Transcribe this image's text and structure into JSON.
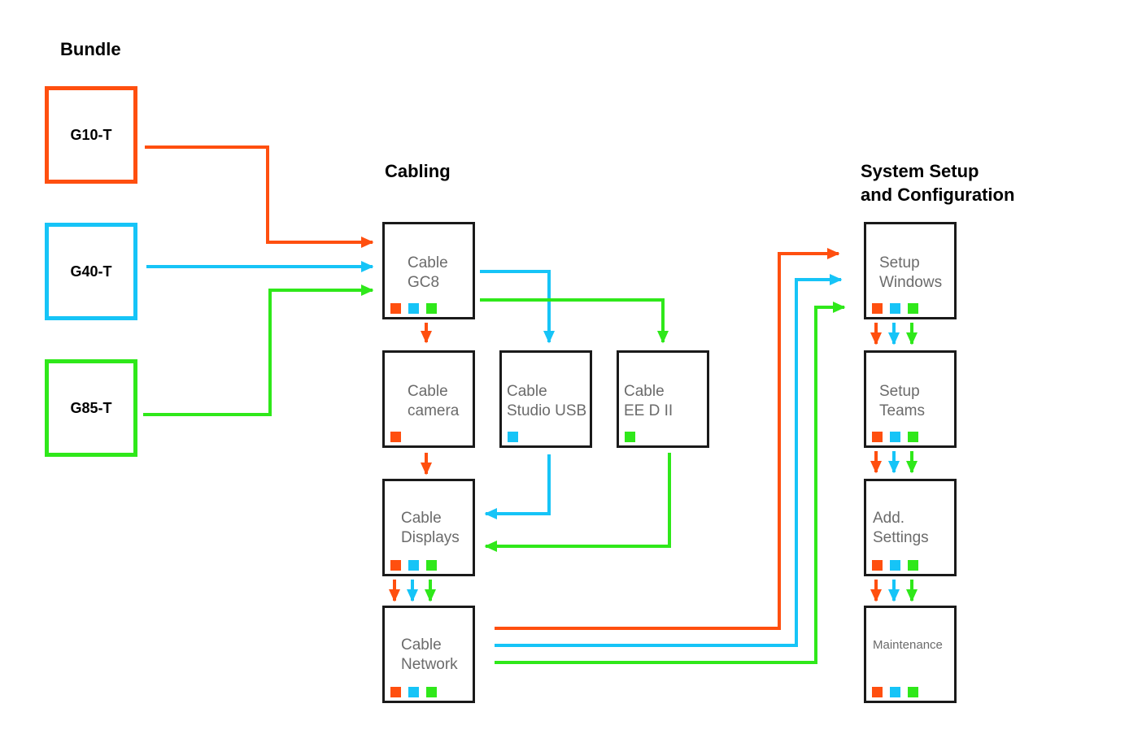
{
  "headings": {
    "bundle": "Bundle",
    "cabling": "Cabling",
    "system_setup": "System Setup\nand Configuration"
  },
  "colors": {
    "orange": "#ff4f0f",
    "blue": "#16c4f7",
    "green": "#2fe81a"
  },
  "bundles": [
    {
      "label": "G10-T",
      "color": "orange"
    },
    {
      "label": "G40-T",
      "color": "blue"
    },
    {
      "label": "G85-T",
      "color": "green"
    }
  ],
  "cabling": {
    "gc8": {
      "label": "Cable\nGC8",
      "tags": [
        "orange",
        "blue",
        "green"
      ]
    },
    "camera": {
      "label": "Cable\ncamera",
      "tags": [
        "orange"
      ]
    },
    "studio_usb": {
      "label": "Cable\nStudio USB",
      "tags": [
        "blue"
      ]
    },
    "ee_d_ii": {
      "label": "Cable\nEE D II",
      "tags": [
        "green"
      ]
    },
    "displays": {
      "label": "Cable\nDisplays",
      "tags": [
        "orange",
        "blue",
        "green"
      ]
    },
    "network": {
      "label": "Cable\nNetwork",
      "tags": [
        "orange",
        "blue",
        "green"
      ]
    }
  },
  "setup": {
    "windows": {
      "label": "Setup\nWindows",
      "tags": [
        "orange",
        "blue",
        "green"
      ]
    },
    "teams": {
      "label": "Setup\nTeams",
      "tags": [
        "orange",
        "blue",
        "green"
      ]
    },
    "add_settings": {
      "label": "Add.\nSettings",
      "tags": [
        "orange",
        "blue",
        "green"
      ]
    },
    "maintenance": {
      "label": "Maintenance",
      "tags": [
        "orange",
        "blue",
        "green"
      ]
    }
  }
}
